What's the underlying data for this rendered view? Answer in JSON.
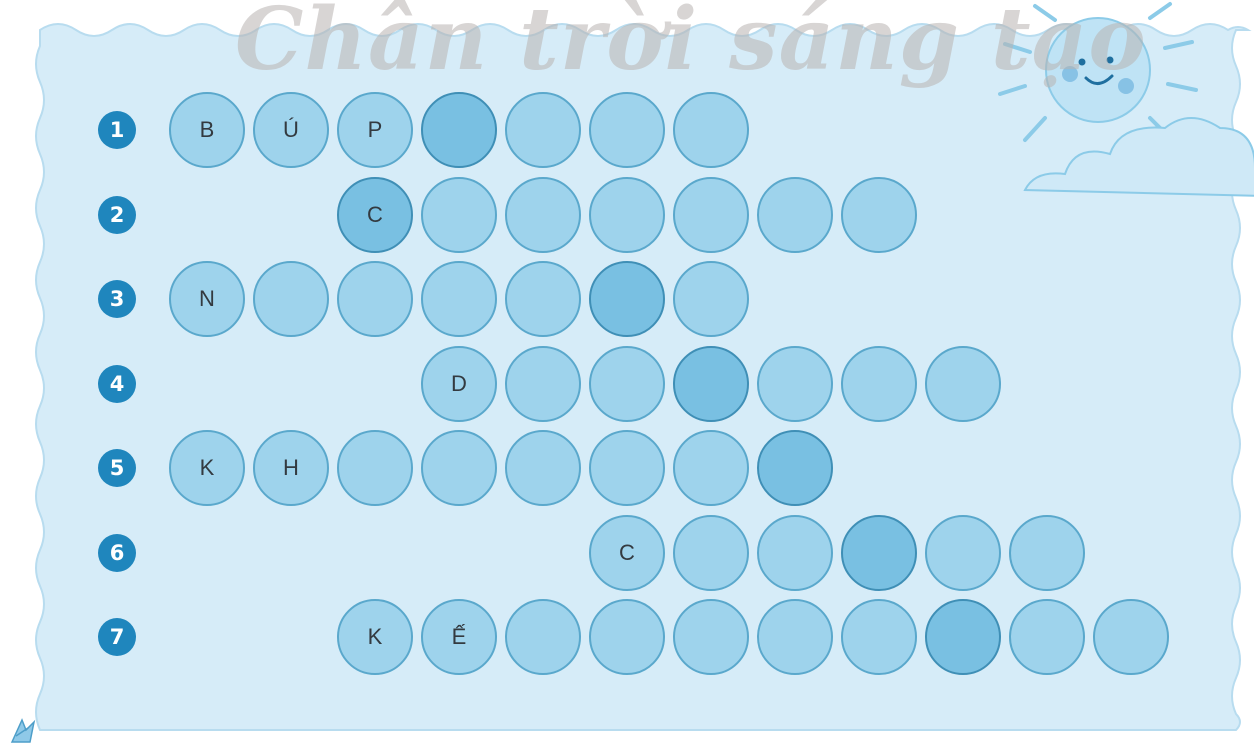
{
  "watermark": "Chân trời sáng tạo",
  "colors": {
    "panel": "#d6ecf8",
    "number_badge": "#1f86bd",
    "cell": "#9ed3ec",
    "key_cell": "#79c0e2"
  },
  "icons": [
    "sun-icon",
    "cloud-icon",
    "corner-logo-icon"
  ],
  "rows": [
    {
      "number": "1",
      "start": 0,
      "letters": [
        "B",
        "Ú",
        "P",
        "",
        "",
        "",
        ""
      ],
      "key_index": 3
    },
    {
      "number": "2",
      "start": 2,
      "letters": [
        "C",
        "",
        "",
        "",
        "",
        "",
        ""
      ],
      "key_index": 2
    },
    {
      "number": "3",
      "start": 0,
      "letters": [
        "N",
        "",
        "",
        "",
        "",
        "",
        ""
      ],
      "key_index": 5
    },
    {
      "number": "4",
      "start": 3,
      "letters": [
        "D",
        "",
        "",
        "",
        "",
        "",
        ""
      ],
      "key_index": 6
    },
    {
      "number": "5",
      "start": 0,
      "letters": [
        "K",
        "H",
        "",
        "",
        "",
        "",
        "",
        ""
      ],
      "key_index": 7
    },
    {
      "number": "6",
      "start": 5,
      "letters": [
        "C",
        "",
        "",
        "",
        "",
        ""
      ],
      "key_index": 8
    },
    {
      "number": "7",
      "start": 2,
      "letters": [
        "K",
        "Ế",
        "",
        "",
        "",
        "",
        "",
        "",
        "",
        ""
      ],
      "key_index": 9
    }
  ]
}
